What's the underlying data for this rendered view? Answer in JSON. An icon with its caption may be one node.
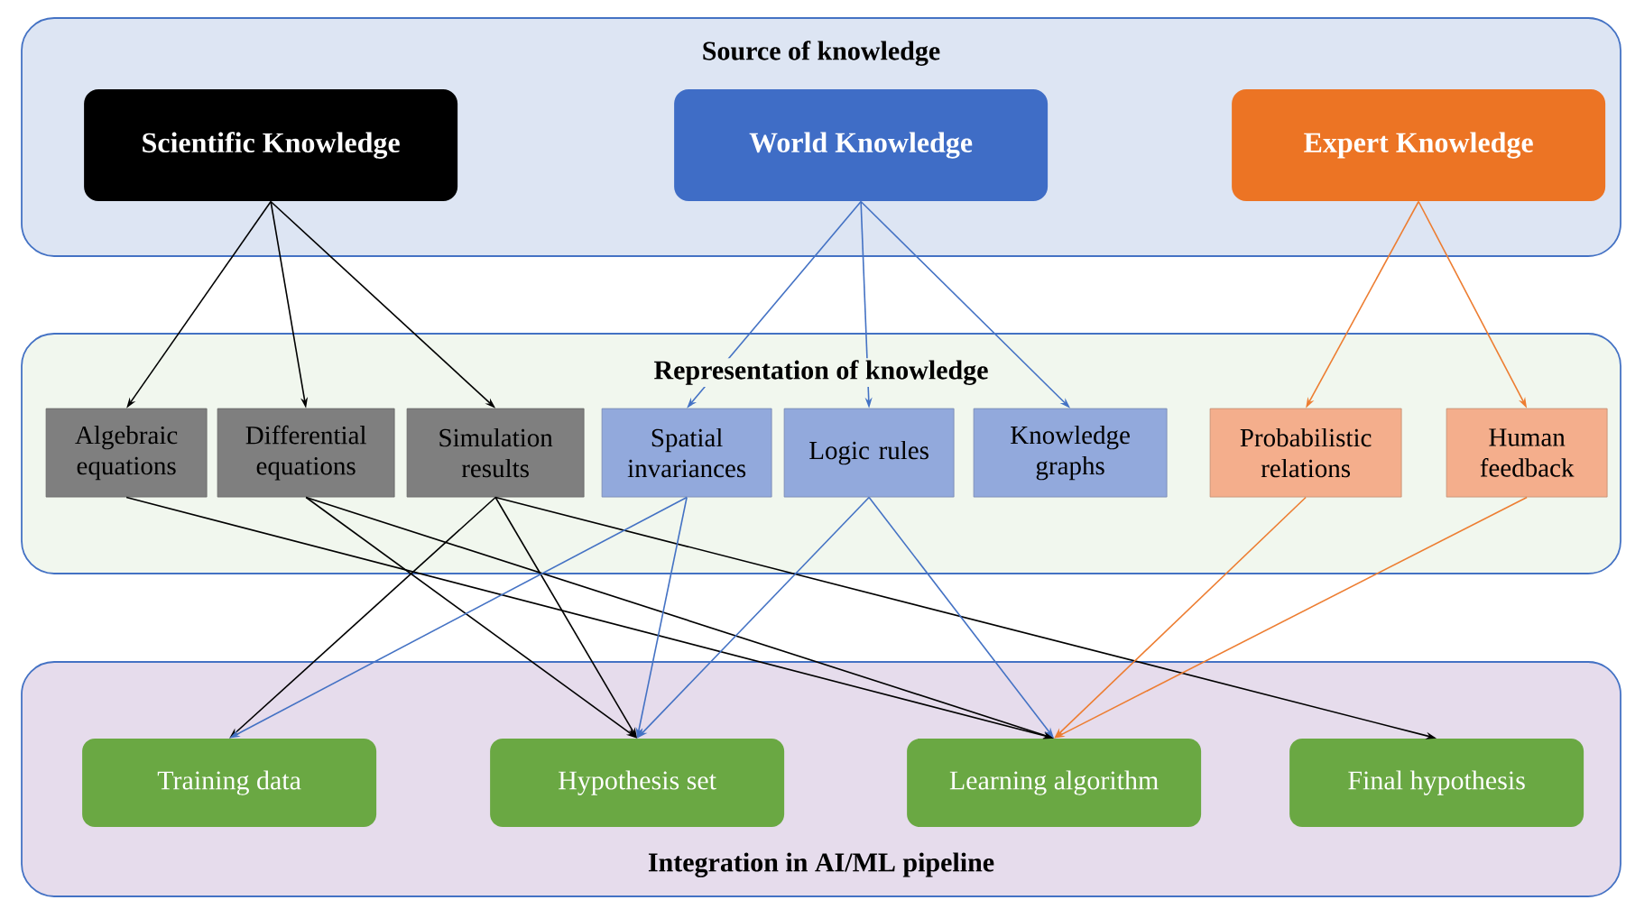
{
  "diagram": {
    "nodes": [
      {
        "text": [
          "Source of knowledge"
        ]
      },
      {
        "text": [
          "Scientific Knowledge"
        ],
        "in": 0
      },
      {
        "text": [
          "World Knowledge"
        ],
        "in": 0
      },
      {
        "text": [
          "Expert Knowledge"
        ],
        "in": 0
      },
      {
        "text": [
          "Representation of knowledge"
        ]
      },
      {
        "text": [
          "Algebraic equations"
        ],
        "in": 4
      },
      {
        "text": [
          "Differential equations"
        ],
        "in": 4
      },
      {
        "text": [
          "Simulation results"
        ],
        "in": 4
      },
      {
        "text": [
          "Spatial invariances"
        ],
        "in": 4
      },
      {
        "text": [
          "Logic rules"
        ],
        "in": 4
      },
      {
        "text": [
          "Knowledge graphs"
        ],
        "in": 4
      },
      {
        "text": [
          "Probabilistic relations"
        ],
        "in": 4
      },
      {
        "text": [
          "Human feedback"
        ],
        "in": 4
      },
      {
        "text": [
          "Integration in AI/ML pipeline"
        ]
      },
      {
        "text": [
          "Training data"
        ],
        "in": 13
      },
      {
        "text": [
          "Hypothesis set"
        ],
        "in": 13
      },
      {
        "text": [
          "Learning algorithm"
        ],
        "in": 13
      },
      {
        "text": [
          "Final hypothesis"
        ],
        "in": 13
      }
    ],
    "edges": [
      {
        "from": 1,
        "to": 5,
        "arrow": "to"
      },
      {
        "from": 1,
        "to": 6,
        "arrow": "to"
      },
      {
        "from": 1,
        "to": 7,
        "arrow": "to"
      },
      {
        "from": 2,
        "to": 8,
        "arrow": "to",
        "color": "#4472c4"
      },
      {
        "from": 2,
        "to": 9,
        "arrow": "to",
        "color": "#4472c4"
      },
      {
        "from": 2,
        "to": 10,
        "arrow": "to",
        "color": "#4472c4"
      },
      {
        "from": 3,
        "to": 11,
        "arrow": "to",
        "color": "#ed7d31"
      },
      {
        "from": 3,
        "to": 12,
        "arrow": "to",
        "color": "#ed7d31"
      },
      {
        "from": 5,
        "to": 16,
        "arrow": "to"
      },
      {
        "from": 6,
        "to": 15,
        "arrow": "to"
      },
      {
        "from": 6,
        "to": 16,
        "arrow": "to"
      },
      {
        "from": 7,
        "to": 14,
        "arrow": "to"
      },
      {
        "from": 7,
        "to": 15,
        "arrow": "to"
      },
      {
        "from": 7,
        "to": 17,
        "arrow": "to"
      },
      {
        "from": 8,
        "to": 14,
        "arrow": "to",
        "color": "#4472c4"
      },
      {
        "from": 8,
        "to": 15,
        "arrow": "to",
        "color": "#4472c4"
      },
      {
        "from": 9,
        "to": 15,
        "arrow": "to",
        "color": "#4472c4"
      },
      {
        "from": 9,
        "to": 16,
        "arrow": "to",
        "color": "#4472c4"
      },
      {
        "from": 11,
        "to": 16,
        "arrow": "to",
        "color": "#ed7d31"
      },
      {
        "from": 12,
        "to": 16,
        "arrow": "to",
        "color": "#ed7d31"
      }
    ]
  }
}
